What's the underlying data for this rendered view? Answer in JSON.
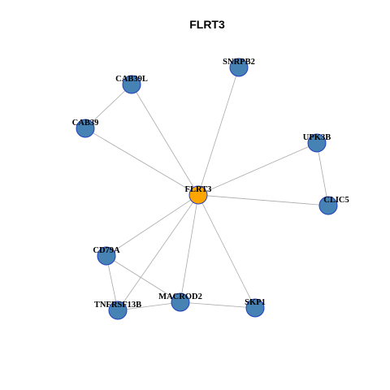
{
  "title": "FLRT3",
  "colors": {
    "center_node": "#ffa500",
    "node": "#4682b4",
    "node_border": "#1f3fbf",
    "edge": "#aaaaaa"
  },
  "nodes": [
    {
      "id": "FLRT3",
      "label": "FLRT3",
      "role": "center"
    },
    {
      "id": "SNRPB2",
      "label": "SNRPB2",
      "role": "neighbor"
    },
    {
      "id": "CAB39L",
      "label": "CAB39L",
      "role": "neighbor"
    },
    {
      "id": "CAB39",
      "label": "CAB39",
      "role": "neighbor"
    },
    {
      "id": "UPK3B",
      "label": "UPK3B",
      "role": "neighbor"
    },
    {
      "id": "CLIC5",
      "label": "CLIC5",
      "role": "neighbor"
    },
    {
      "id": "CD79A",
      "label": "CD79A",
      "role": "neighbor"
    },
    {
      "id": "MACROD2",
      "label": "MACROD2",
      "role": "neighbor"
    },
    {
      "id": "TNFRSF13B",
      "label": "TNFRSF13B",
      "role": "neighbor"
    },
    {
      "id": "SKP1",
      "label": "SKP1",
      "role": "neighbor"
    }
  ],
  "edges": [
    [
      "FLRT3",
      "SNRPB2"
    ],
    [
      "FLRT3",
      "CAB39L"
    ],
    [
      "FLRT3",
      "CAB39"
    ],
    [
      "FLRT3",
      "UPK3B"
    ],
    [
      "FLRT3",
      "CLIC5"
    ],
    [
      "FLRT3",
      "CD79A"
    ],
    [
      "FLRT3",
      "MACROD2"
    ],
    [
      "FLRT3",
      "TNFRSF13B"
    ],
    [
      "FLRT3",
      "SKP1"
    ],
    [
      "CAB39L",
      "CAB39"
    ],
    [
      "UPK3B",
      "CLIC5"
    ],
    [
      "CD79A",
      "TNFRSF13B"
    ],
    [
      "CD79A",
      "MACROD2"
    ],
    [
      "TNFRSF13B",
      "MACROD2"
    ],
    [
      "MACROD2",
      "SKP1"
    ]
  ]
}
